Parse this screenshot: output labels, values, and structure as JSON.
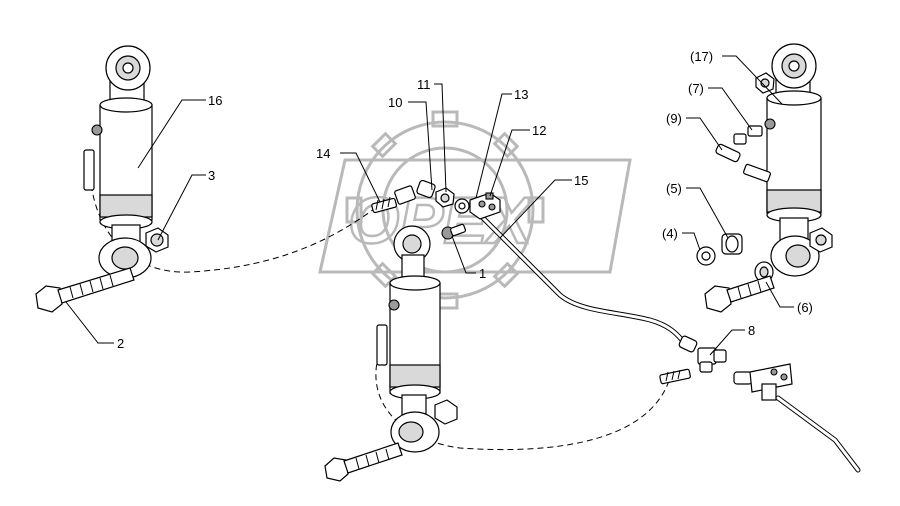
{
  "watermark": {
    "text": "OPEX"
  },
  "callouts": [
    {
      "id": "c16",
      "text": "16"
    },
    {
      "id": "c3",
      "text": "3"
    },
    {
      "id": "c2",
      "text": "2"
    },
    {
      "id": "c14",
      "text": "14"
    },
    {
      "id": "c10",
      "text": "10"
    },
    {
      "id": "c11",
      "text": "11"
    },
    {
      "id": "c13",
      "text": "13"
    },
    {
      "id": "c12",
      "text": "12"
    },
    {
      "id": "c15",
      "text": "15"
    },
    {
      "id": "c1",
      "text": "1"
    },
    {
      "id": "c8",
      "text": "8"
    },
    {
      "id": "c17",
      "text": "(17)"
    },
    {
      "id": "c7",
      "text": "(7)"
    },
    {
      "id": "c9",
      "text": "(9)"
    },
    {
      "id": "c5",
      "text": "(5)"
    },
    {
      "id": "c4",
      "text": "(4)"
    },
    {
      "id": "c6",
      "text": "(6)"
    }
  ]
}
